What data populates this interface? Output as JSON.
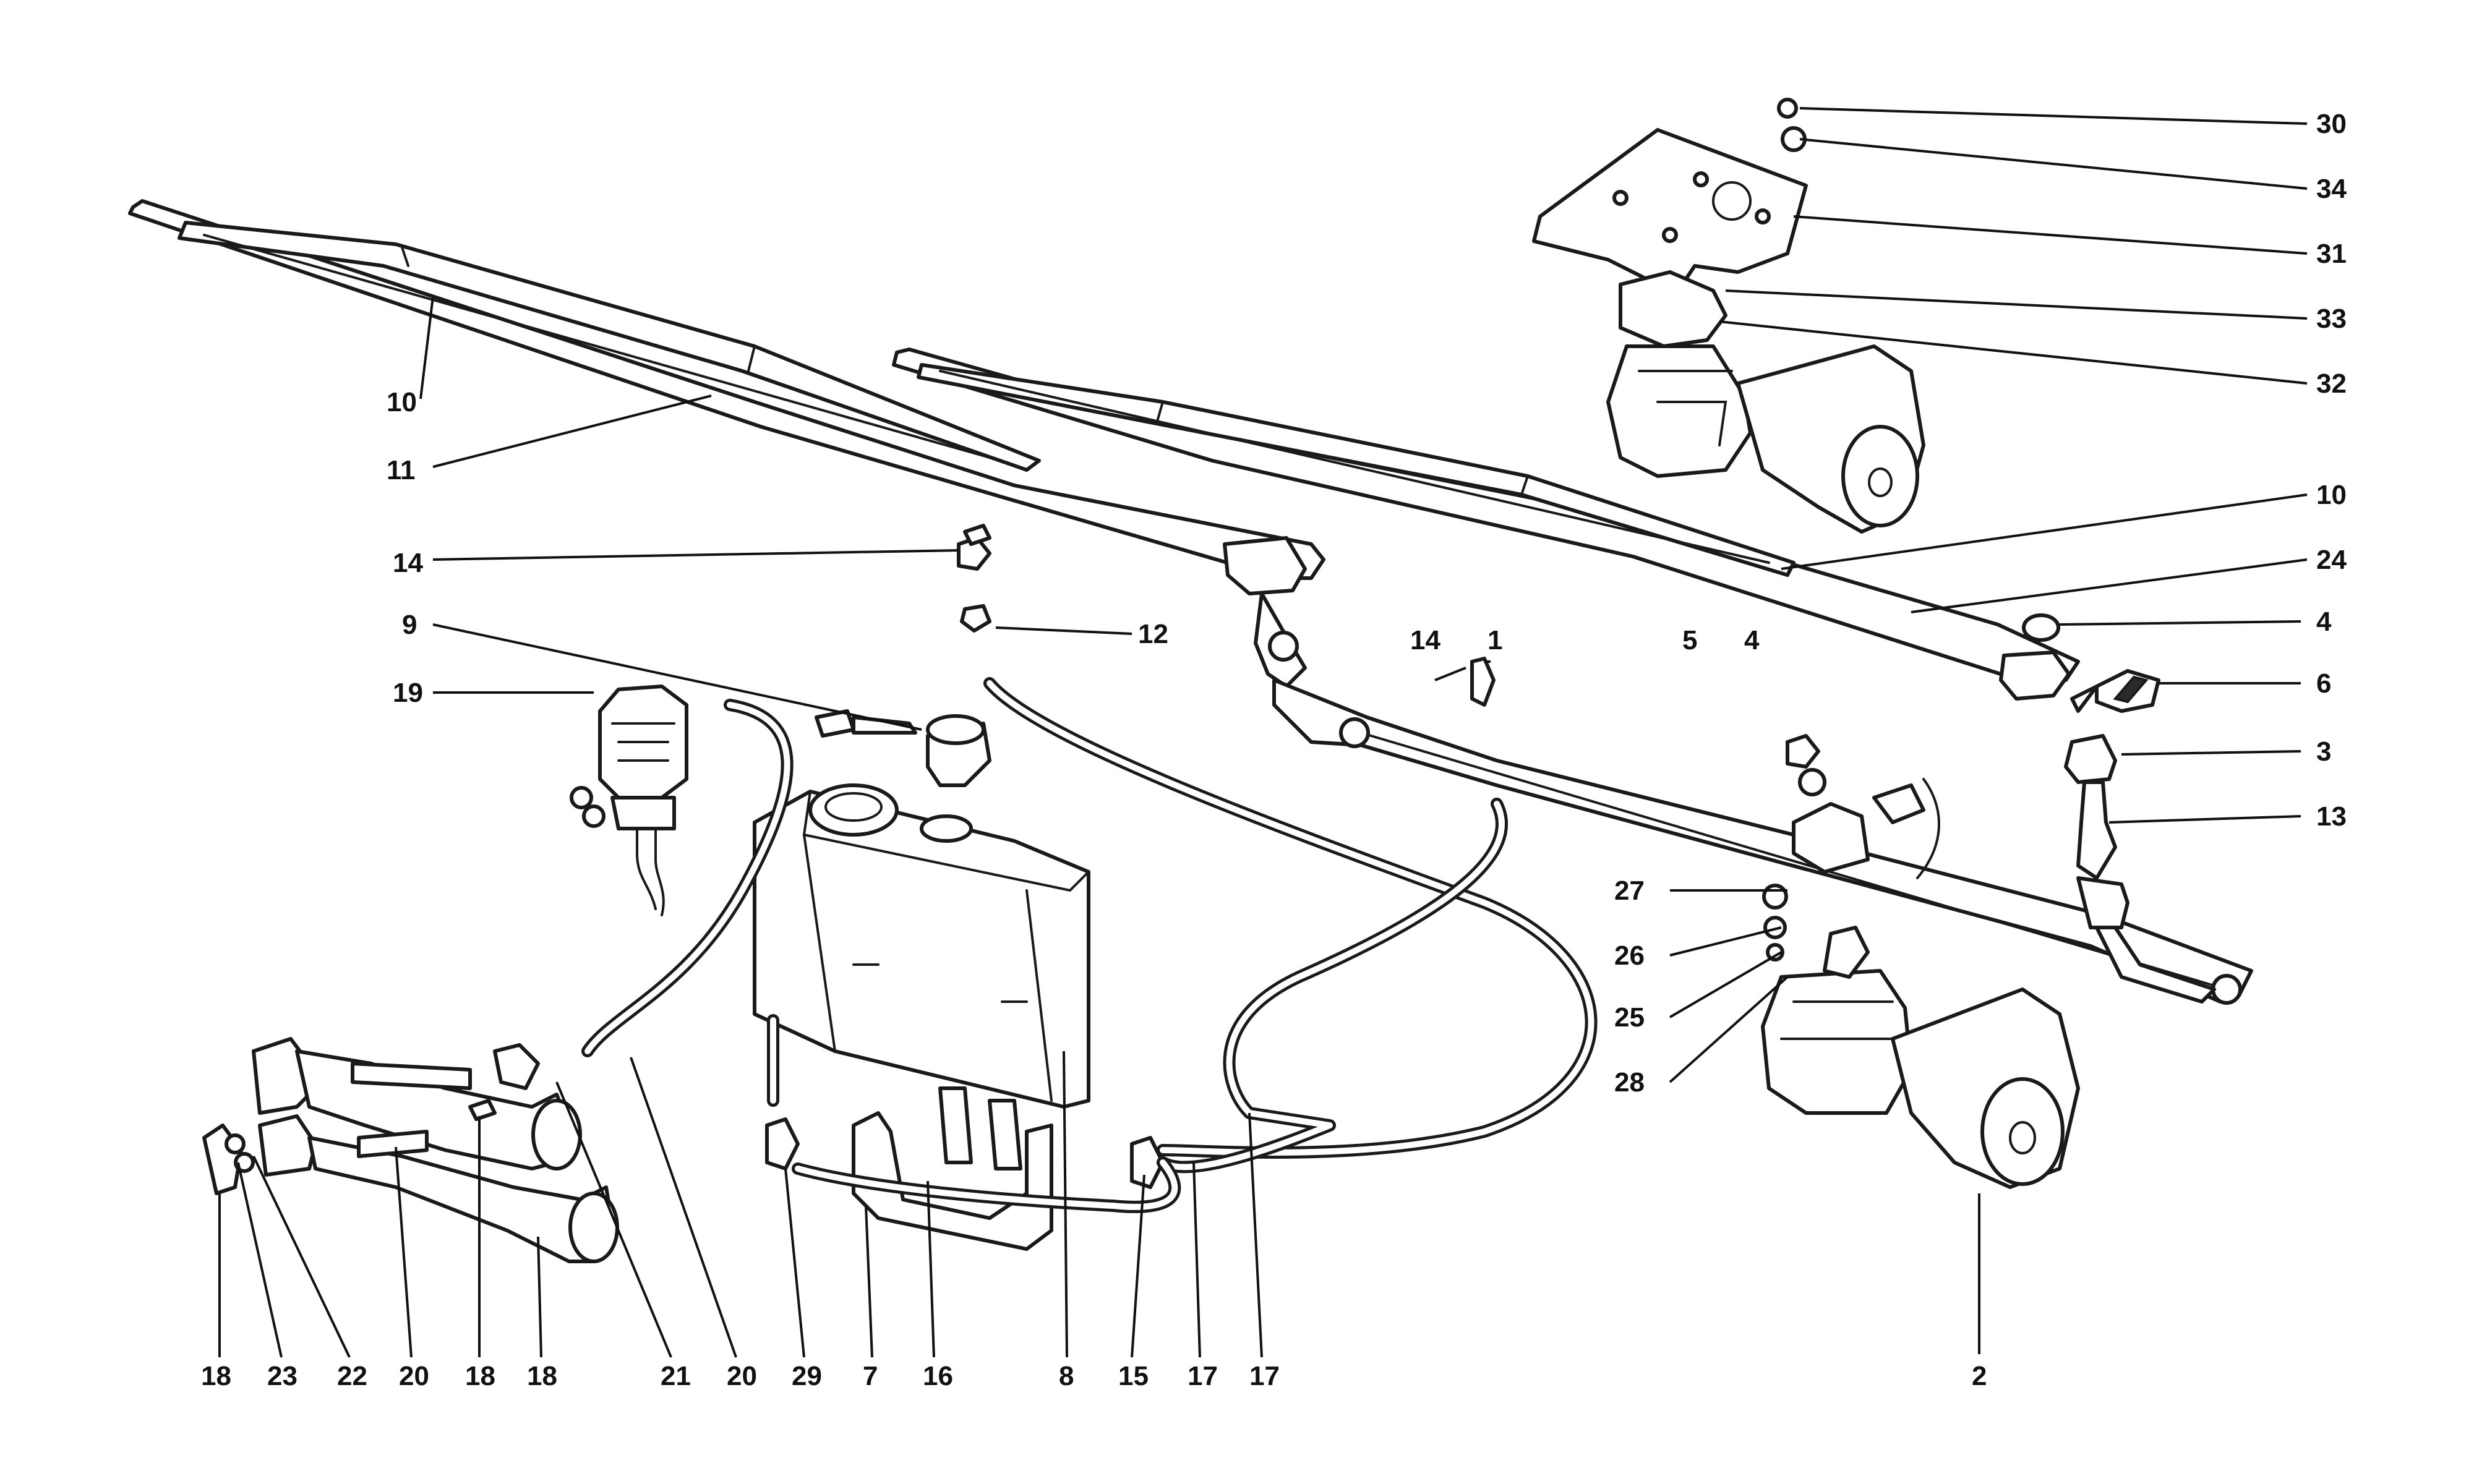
{
  "diagram": {
    "callouts": [
      {
        "id": "c30",
        "text": "30"
      },
      {
        "id": "c34",
        "text": "34"
      },
      {
        "id": "c31",
        "text": "31"
      },
      {
        "id": "c33",
        "text": "33"
      },
      {
        "id": "c32",
        "text": "32"
      },
      {
        "id": "c10a",
        "text": "10"
      },
      {
        "id": "c11",
        "text": "11"
      },
      {
        "id": "c10b",
        "text": "10"
      },
      {
        "id": "c24",
        "text": "24"
      },
      {
        "id": "c14a",
        "text": "14"
      },
      {
        "id": "c12",
        "text": "12"
      },
      {
        "id": "c4a",
        "text": "4"
      },
      {
        "id": "c9",
        "text": "9"
      },
      {
        "id": "c14b",
        "text": "14"
      },
      {
        "id": "c1",
        "text": "1"
      },
      {
        "id": "c5",
        "text": "5"
      },
      {
        "id": "c4b",
        "text": "4"
      },
      {
        "id": "c19",
        "text": "19"
      },
      {
        "id": "c6",
        "text": "6"
      },
      {
        "id": "c3",
        "text": "3"
      },
      {
        "id": "c13",
        "text": "13"
      },
      {
        "id": "c27",
        "text": "27"
      },
      {
        "id": "c26",
        "text": "26"
      },
      {
        "id": "c25",
        "text": "25"
      },
      {
        "id": "c28",
        "text": "28"
      },
      {
        "id": "b18a",
        "text": "18"
      },
      {
        "id": "b23",
        "text": "23"
      },
      {
        "id": "b22",
        "text": "22"
      },
      {
        "id": "b20a",
        "text": "20"
      },
      {
        "id": "b18b",
        "text": "18"
      },
      {
        "id": "b18c",
        "text": "18"
      },
      {
        "id": "b21",
        "text": "21"
      },
      {
        "id": "b20b",
        "text": "20"
      },
      {
        "id": "b29",
        "text": "29"
      },
      {
        "id": "b7",
        "text": "7"
      },
      {
        "id": "b16",
        "text": "16"
      },
      {
        "id": "b8",
        "text": "8"
      },
      {
        "id": "b15",
        "text": "15"
      },
      {
        "id": "b17a",
        "text": "17"
      },
      {
        "id": "b17b",
        "text": "17"
      },
      {
        "id": "b2",
        "text": "2"
      }
    ]
  }
}
